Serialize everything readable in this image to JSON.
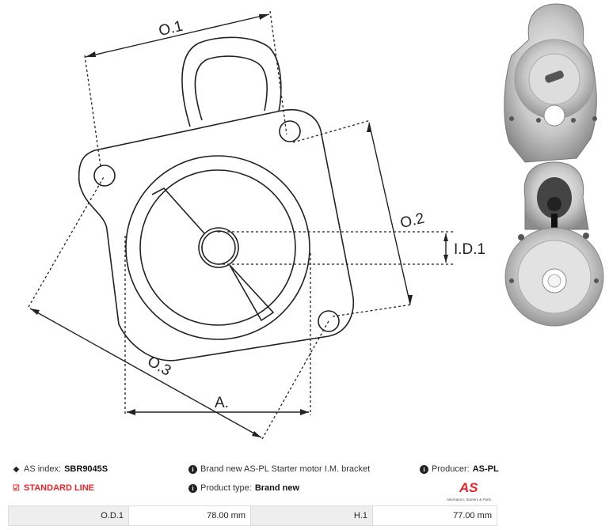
{
  "drawing": {
    "labels": {
      "od1": "O.1",
      "od2": "O.2",
      "od3": "O.3",
      "id1": "I.D.1",
      "a": "A."
    }
  },
  "info": {
    "as_index_label": "AS index:",
    "as_index_value": "SBR9045S",
    "standard_line": "STANDARD LINE",
    "description": "Brand new AS-PL Starter motor I.M. bracket",
    "product_type_label": "Product type:",
    "product_type_value": "Brand new",
    "producer_label": "Producer:",
    "producer_value": "AS-PL",
    "logo_text": "AS",
    "logo_subtext": "Alternators, Starters & Parts"
  },
  "specs": [
    {
      "name": "O.D.1",
      "value": "78.00 mm"
    },
    {
      "name": "H.1",
      "value": "77.00 mm"
    }
  ],
  "colors": {
    "accent": "#e8262c",
    "line": "#222222",
    "cell_shade": "#eeeeee"
  }
}
